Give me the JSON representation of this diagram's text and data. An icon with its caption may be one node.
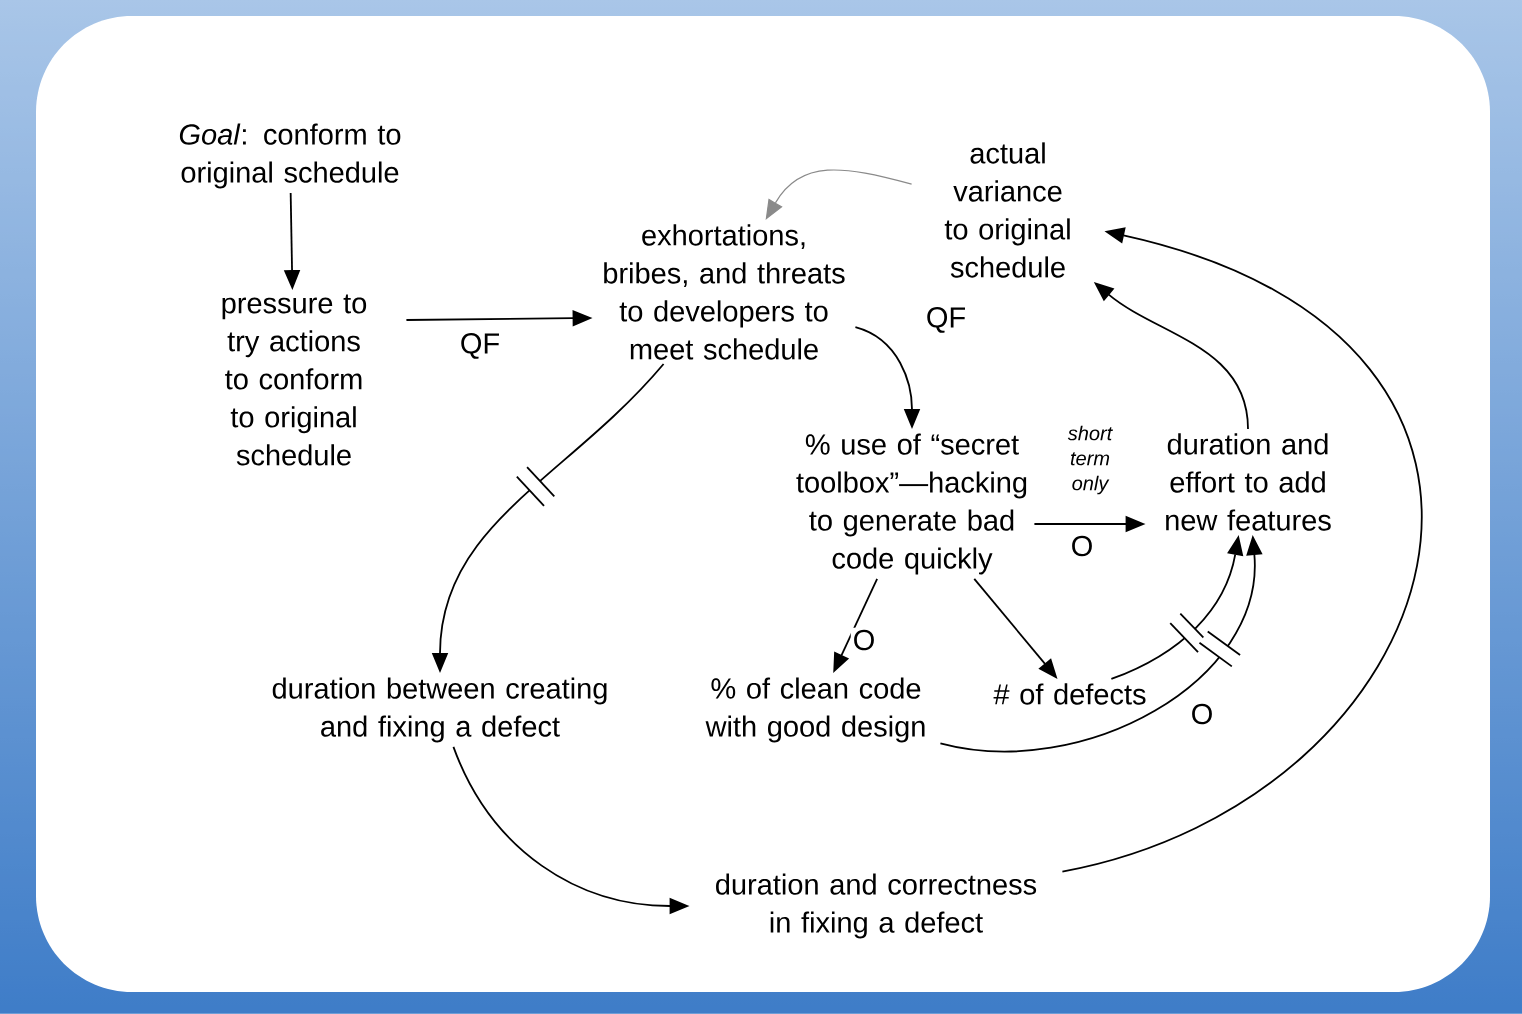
{
  "diagram": {
    "nodes": [
      {
        "text": [
          "*Goal*: conform to original schedule"
        ]
      },
      {
        "text": [
          "pressure to try actions to conform to original schedule"
        ]
      },
      {
        "text": [
          "exhortations, bribes, and threats to developers to meet schedule"
        ]
      },
      {
        "text": [
          "actual variance to original schedule"
        ]
      },
      {
        "text": [
          "% use of “secret toolbox”—hacking to generate bad code quickly"
        ]
      },
      {
        "text": [
          "duration and effort to add new features"
        ]
      },
      {
        "text": [
          "duration between creating and fixing a defect"
        ]
      },
      {
        "text": [
          "% of clean code with good design"
        ]
      },
      {
        "text": [
          "# of defects"
        ]
      },
      {
        "text": [
          "duration and correctness in fixing a defect"
        ]
      }
    ],
    "edges": [
      {
        "from": 0,
        "to": 1,
        "arrow": "to"
      },
      {
        "from": 1,
        "to": 2,
        "arrow": "to",
        "label": "QF"
      },
      {
        "from": 3,
        "to": 2,
        "arrow": "to",
        "color": "#8a8a8a"
      },
      {
        "from": 2,
        "to": 4,
        "arrow": "to",
        "label": "QF"
      },
      {
        "from": 2,
        "to": 6,
        "arrow": "to"
      },
      {
        "from": 4,
        "to": 5,
        "arrow": "to",
        "label": "O"
      },
      {
        "from": 4,
        "to": 7,
        "arrow": "to",
        "label": "O"
      },
      {
        "from": 4,
        "to": 8,
        "arrow": "to"
      },
      {
        "from": 5,
        "to": 3,
        "arrow": "to"
      },
      {
        "from": 9,
        "to": 3,
        "arrow": "to"
      },
      {
        "from": 8,
        "to": 5,
        "arrow": "to"
      },
      {
        "from": 7,
        "to": 5,
        "arrow": "to",
        "label": "O"
      },
      {
        "from": 6,
        "to": 9,
        "arrow": "to"
      }
    ],
    "labels": [
      "short term only"
    ]
  }
}
